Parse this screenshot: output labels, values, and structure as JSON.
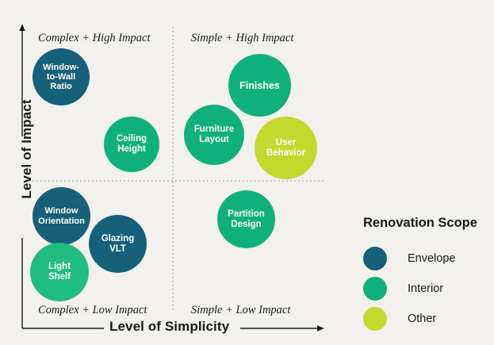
{
  "chart_data": {
    "type": "scatter",
    "title": "",
    "xlabel": "Level of Simplicity",
    "ylabel": "Level of Impact",
    "xlim": [
      0,
      100
    ],
    "ylim": [
      0,
      100
    ],
    "grid": false,
    "quadrant_divider_x": 50,
    "quadrant_divider_y": 50,
    "quadrants": [
      {
        "key": "top_left",
        "label": "Complex + High Impact"
      },
      {
        "key": "top_right",
        "label": "Simple + High Impact"
      },
      {
        "key": "bottom_left",
        "label": "Complex + Low Impact"
      },
      {
        "key": "bottom_right",
        "label": "Simple + Low Impact"
      }
    ],
    "legend": {
      "title": "Renovation Scope",
      "position": "right",
      "entries": [
        {
          "name": "Envelope",
          "color": "#16607a"
        },
        {
          "name": "Interior",
          "color": "#10b07c"
        },
        {
          "name": "Other",
          "color": "#c2d92e"
        }
      ]
    },
    "points": [
      {
        "label": "Window-to-Wall Ratio",
        "lines": [
          "Window-",
          "to-Wall",
          "Ratio"
        ],
        "group": "Envelope",
        "color": "#16607a",
        "x": 11,
        "y": 82,
        "px": {
          "left": 41,
          "top": 61,
          "size": 72
        },
        "font_size": 11
      },
      {
        "label": "Ceiling Height",
        "lines": [
          "Ceiling",
          "Height"
        ],
        "group": "Interior",
        "color": "#10b07c",
        "x": 30,
        "y": 60,
        "px": {
          "left": 131,
          "top": 147,
          "size": 70
        },
        "font_size": 11.5
      },
      {
        "label": "Finishes",
        "lines": [
          "Finishes"
        ],
        "group": "Interior",
        "color": "#10b07c",
        "x": 60,
        "y": 76,
        "px": {
          "left": 288,
          "top": 68,
          "size": 79
        },
        "font_size": 12.5
      },
      {
        "label": "Furniture Layout",
        "lines": [
          "Furniture",
          "Layout"
        ],
        "group": "Interior",
        "color": "#10b07c",
        "x": 51,
        "y": 60,
        "px": {
          "left": 232,
          "top": 132,
          "size": 76
        },
        "font_size": 11.5
      },
      {
        "label": "User Behavior",
        "lines": [
          "User",
          "Behavior"
        ],
        "group": "Other",
        "color": "#c2d92e",
        "x": 67,
        "y": 58,
        "px": {
          "left": 321,
          "top": 147,
          "size": 79
        },
        "font_size": 11.5
      },
      {
        "label": "Window Orientation",
        "lines": [
          "Window",
          "Orientation"
        ],
        "group": "Envelope",
        "color": "#16607a",
        "x": 11,
        "y": 37,
        "px": {
          "left": 41,
          "top": 236,
          "size": 73
        },
        "font_size": 11
      },
      {
        "label": "Glazing VLT",
        "lines": [
          "Glazing",
          "VLT"
        ],
        "group": "Envelope",
        "color": "#16607a",
        "x": 23,
        "y": 30,
        "px": {
          "left": 112,
          "top": 271,
          "size": 73
        },
        "font_size": 11.5
      },
      {
        "label": "Light Shelf",
        "lines": [
          "Light",
          "Shelf"
        ],
        "group": "Interior",
        "color": "#20bc82",
        "x": 13,
        "y": 23,
        "px": {
          "left": 38,
          "top": 306,
          "size": 74
        },
        "font_size": 11.5
      },
      {
        "label": "Partition Design",
        "lines": [
          "Partition",
          "Design"
        ],
        "group": "Interior",
        "color": "#10b07c",
        "x": 58,
        "y": 33,
        "px": {
          "left": 274,
          "top": 240,
          "size": 73
        },
        "font_size": 11.5
      }
    ]
  }
}
